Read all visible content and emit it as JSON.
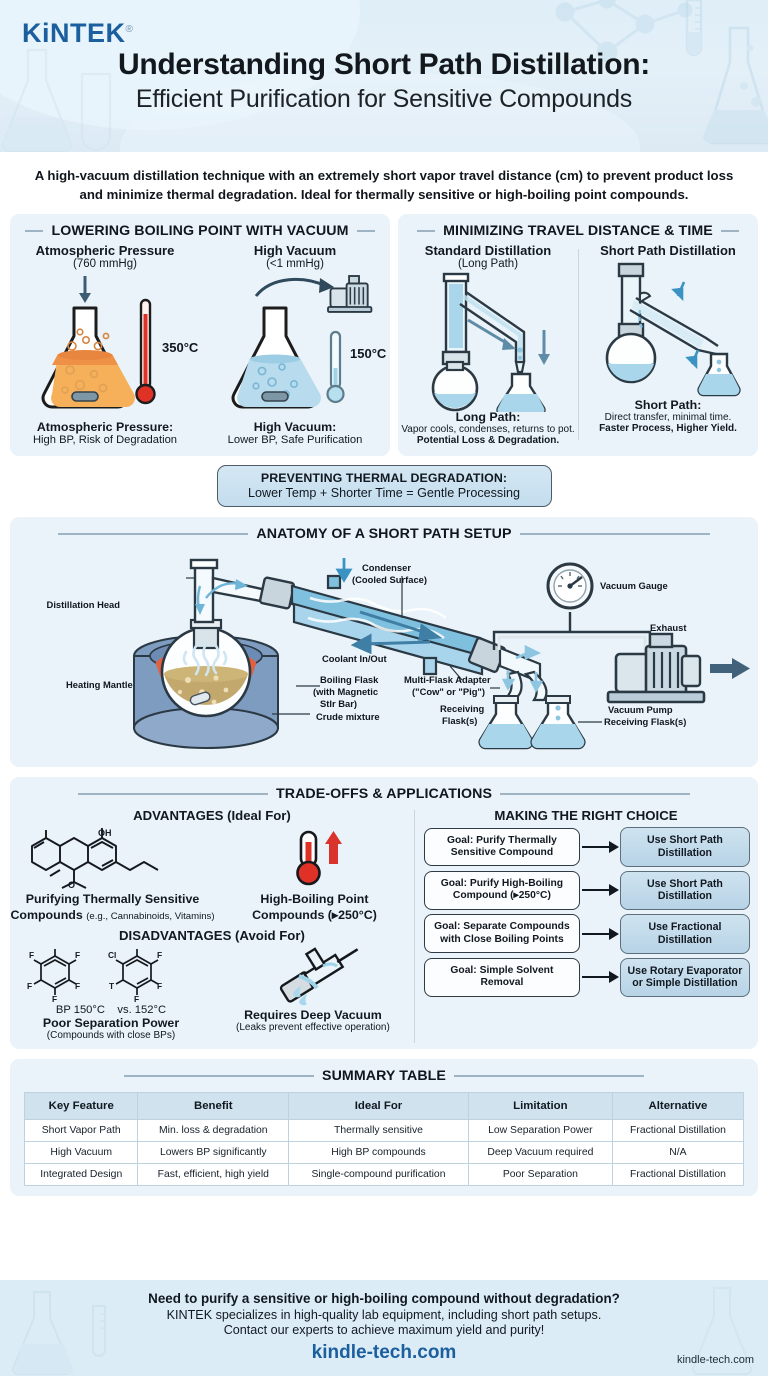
{
  "header": {
    "logo": "KiNTEK",
    "logo_reg": "®",
    "title_main": "Understanding Short Path Distillation:",
    "title_sub": "Efficient Purification for Sensitive Compounds"
  },
  "intro": "A high-vacuum distillation technique with an extremely short vapor travel distance (cm) to prevent product loss and minimize thermal degradation. Ideal for thermally sensitive or high-boiling point compounds.",
  "vacuum_panel": {
    "title": "LOWERING BOILING POINT WITH VACUUM",
    "left": {
      "heading": "Atmospheric Pressure",
      "sub": "(760 mmHg)",
      "temp": "350°C",
      "caption_bold": "Atmospheric Pressure:",
      "caption": "High BP, Risk of Degradation"
    },
    "right": {
      "heading": "High Vacuum",
      "sub": "(<1 mmHg)",
      "temp": "150°C",
      "caption_bold": "High Vacuum:",
      "caption": "Lower BP, Safe Purification"
    }
  },
  "travel_panel": {
    "title": "MINIMIZING TRAVEL DISTANCE & TIME",
    "left": {
      "heading": "Standard Distillation",
      "sub": "(Long Path)",
      "caption_bold": "Long Path:",
      "caption": "Vapor cools, condenses, returns to pot.",
      "caption_strong": "Potential Loss & Degradation."
    },
    "right": {
      "heading": "Short Path Distillation",
      "sub": "",
      "caption_bold": "Short Path:",
      "caption": "Direct transfer, minimal time.",
      "caption_strong": "Faster Process, Higher Yield."
    }
  },
  "thermal_badge": {
    "line1": "PREVENTING THERMAL DEGRADATION:",
    "line2": "Lower Temp + Shorter Time = Gentle Processing"
  },
  "anatomy": {
    "title": "ANATOMY OF A SHORT PATH SETUP",
    "labels": {
      "distillation_head": "Distillation Head",
      "condenser_l1": "Condenser",
      "condenser_l2": "(Cooled Surface)",
      "vacuum_gauge": "Vacuum Gauge",
      "exhaust": "Exhaust",
      "coolant": "Coolant In/Out",
      "boiling_flask_l1": "Boiling Flask",
      "boiling_flask_l2": "(with Magnetic",
      "boiling_flask_l3": "Stlr Bar)",
      "multi_flask_l1": "Multi-Flask Adapter",
      "multi_flask_l2": "(\"Cow\" or \"Pig\")",
      "heating_mantle": "Heating Mantle",
      "crude_mixture": "Crude mixture",
      "receiving_left_l1": "Receiving",
      "receiving_left_l2": "Flask(s)",
      "receiving_right": "Receiving Flask(s)",
      "vacuum_pump": "Vacuum Pump"
    }
  },
  "tradeoffs": {
    "title": "TRADE-OFFS & APPLICATIONS",
    "advantages_head": "ADVANTAGES (Ideal For)",
    "disadvantages_head": "DISADVANTAGES (Avoid For)",
    "adv": [
      {
        "bold": "Purifying Thermally Sensitive",
        "bold2": "Compounds",
        "light": "(e.g., Cannabinoids, Vitamins)",
        "oh": "OH",
        "o": "O"
      },
      {
        "bold": "High-Boiling Point",
        "bold2": "Compounds (▸250°C)"
      }
    ],
    "dis": [
      {
        "bold": "Poor Separation Power",
        "light": "(Compounds with close BPs)",
        "bp_left": "BP 150°C",
        "bp_vs": "vs. 152°C",
        "f": "F",
        "cl": "Cl"
      },
      {
        "bold": "Requires Deep Vacuum",
        "light": "(Leaks prevent effective operation)"
      }
    ],
    "choice_head": "MAKING THE RIGHT CHOICE",
    "choices": [
      {
        "goal": "Goal: Purify Thermally Sensitive Compound",
        "result": "Use Short Path Distillation"
      },
      {
        "goal": "Goal: Purify High-Boiling Compound (▸250°C)",
        "result": "Use Short Path Distillation"
      },
      {
        "goal": "Goal: Separate Compounds with Close Boiling Points",
        "result": "Use Fractional Distillation"
      },
      {
        "goal": "Goal: Simple Solvent Removal",
        "result": "Use Rotary Evaporator or Simple Distillation"
      }
    ]
  },
  "summary": {
    "title": "SUMMARY TABLE",
    "columns": [
      "Key Feature",
      "Benefit",
      "Ideal For",
      "Limitation",
      "Alternative"
    ],
    "rows": [
      [
        "Short Vapor Path",
        "Min. loss & degradation",
        "Thermally sensitive",
        "Low Separation Power",
        "Fractional Distillation"
      ],
      [
        "High Vacuum",
        "Lowers BP significantly",
        "High BP compounds",
        "Deep Vacuum required",
        "N/A"
      ],
      [
        "Integrated Design",
        "Fast, efficient, high yield",
        "Single-compound purification",
        "Poor Separation",
        "Fractional Distillation"
      ]
    ]
  },
  "footer": {
    "line1": "Need to purify a sensitive or high-boiling compound without degradation?",
    "line2": "KINTEK specializes in high-quality lab equipment, including short path setups.",
    "line3": "Contact our experts to achieve maximum yield and purity!",
    "url": "kindle-tech.com",
    "corner_url": "kindle-tech.com"
  },
  "colors": {
    "brand_blue": "#1b5f9e",
    "panel_bg": "#e9f3f9",
    "accent_red": "#e03127",
    "liquid_blue": "#a9d6ea",
    "hot_orange": "#f2a23c"
  }
}
